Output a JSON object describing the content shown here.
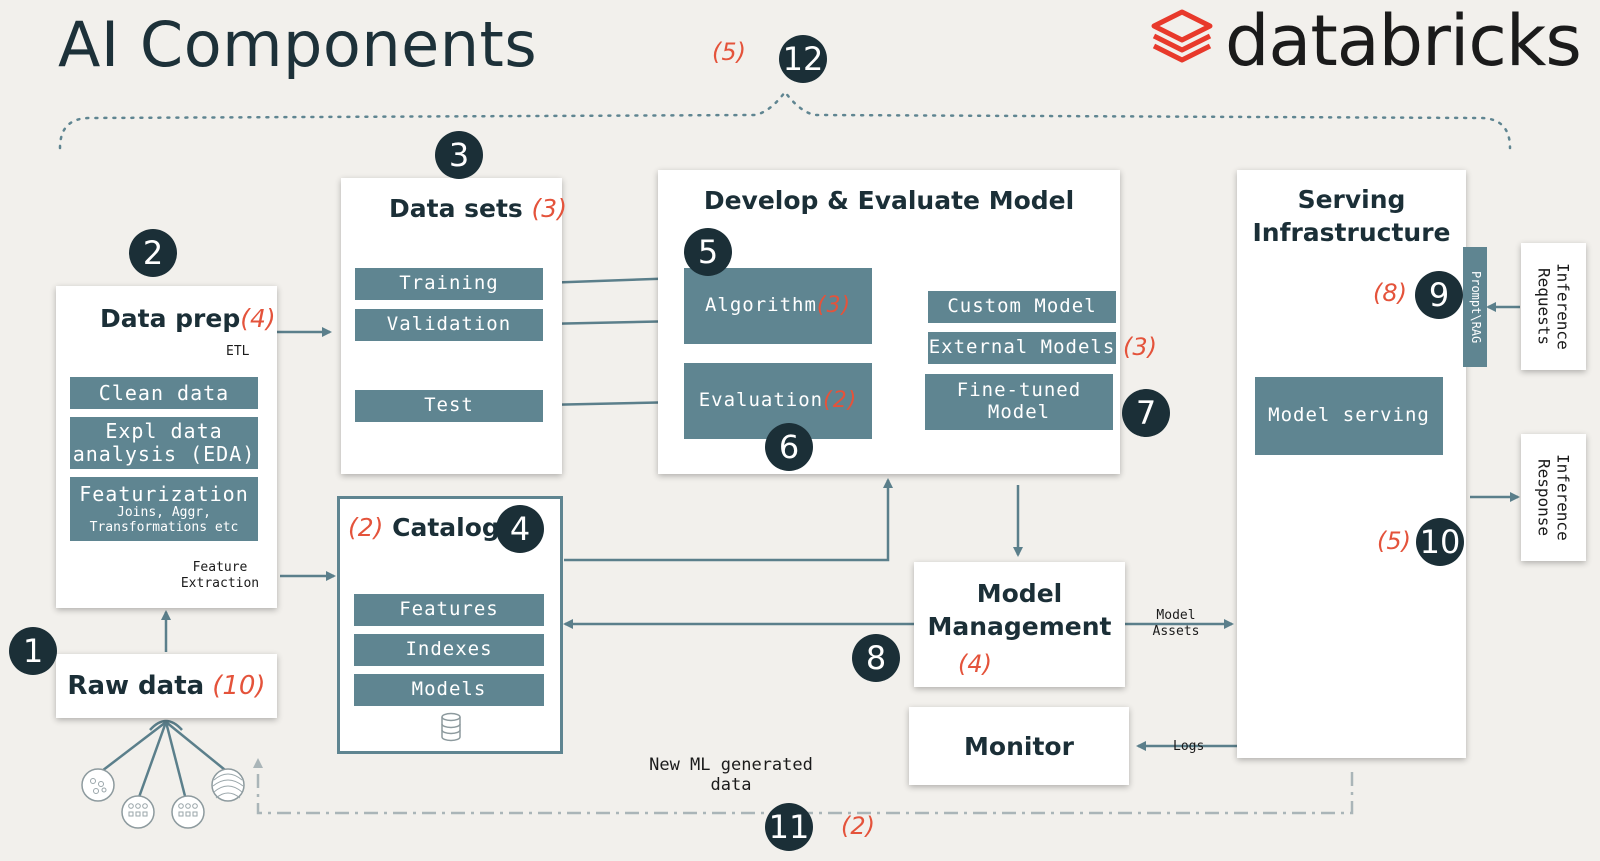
{
  "header": {
    "title": "AI Components",
    "brand": "databricks",
    "brand_color": "#e8392b"
  },
  "badges": {
    "b1": "1",
    "b2": "2",
    "b3": "3",
    "b4": "4",
    "b5": "5",
    "b6": "6",
    "b7": "7",
    "b8": "8",
    "b9": "9",
    "b10": "10",
    "b11": "11",
    "b12": "12"
  },
  "raw_data": {
    "title": "Raw data",
    "count": "(10)"
  },
  "data_prep": {
    "title": "Data prep",
    "count": "(4)",
    "etl": "ETL",
    "items": [
      "Clean data",
      "Expl data analysis (EDA)",
      "Featurization"
    ],
    "featurization_sub": "Joins, Aggr, Transformations etc",
    "feature_extraction": "Feature Extraction"
  },
  "data_sets": {
    "title": "Data sets",
    "count": "(3)",
    "items": [
      "Training",
      "Validation",
      "Test"
    ]
  },
  "catalog": {
    "title": "Catalog",
    "count": "(2)",
    "items": [
      "Features",
      "Indexes",
      "Models"
    ]
  },
  "develop": {
    "title": "Develop & Evaluate Model",
    "algorithm": "Algorithm",
    "algorithm_count": "(3)",
    "evaluation": "Evaluation",
    "evaluation_count": "(2)",
    "custom_model": "Custom Model",
    "external_models": "External Models",
    "external_count": "(3)",
    "fine_tuned": "Fine-tuned Model"
  },
  "model_management": {
    "title": "Model Management",
    "count": "(4)"
  },
  "monitor": {
    "title": "Monitor"
  },
  "serving": {
    "title": "Serving Infrastructure",
    "model_serving": "Model serving",
    "prompt_rag": "Prompt\\RAG",
    "requests_count": "(8)",
    "response_count": "(5)"
  },
  "side": {
    "inference_requests": "Inference Requests",
    "inference_response": "Inference Response"
  },
  "edge_labels": {
    "model_assets": "Model Assets",
    "logs": "Logs",
    "new_ml_data": "New ML generated data",
    "loop_count": "(2)",
    "top_count": "(5)"
  }
}
